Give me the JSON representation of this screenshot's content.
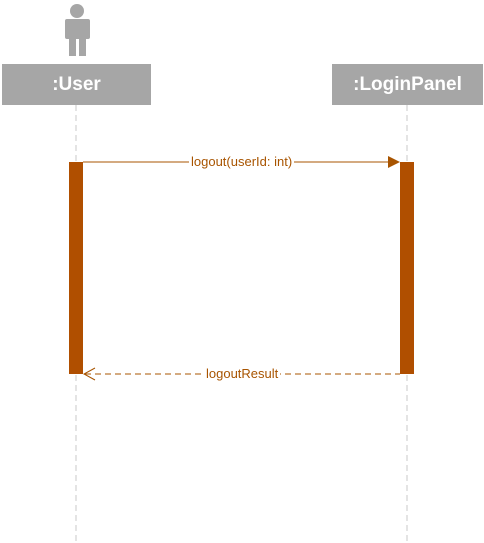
{
  "participants": [
    {
      "name": ":User",
      "kind": "actor"
    },
    {
      "name": ":LoginPanel",
      "kind": "object"
    }
  ],
  "messages": [
    {
      "from": ":User",
      "to": ":LoginPanel",
      "label": "logout(userId: int)",
      "style": "solid"
    },
    {
      "from": ":LoginPanel",
      "to": ":User",
      "label": "logoutResult",
      "style": "dashed"
    }
  ],
  "colors": {
    "participant_fill": "#a6a6a6",
    "participant_text": "#ffffff",
    "activation": "#b04f00",
    "message": "#a85400",
    "lifeline": "#c8c8c8",
    "actor_icon": "#a6a6a6"
  }
}
